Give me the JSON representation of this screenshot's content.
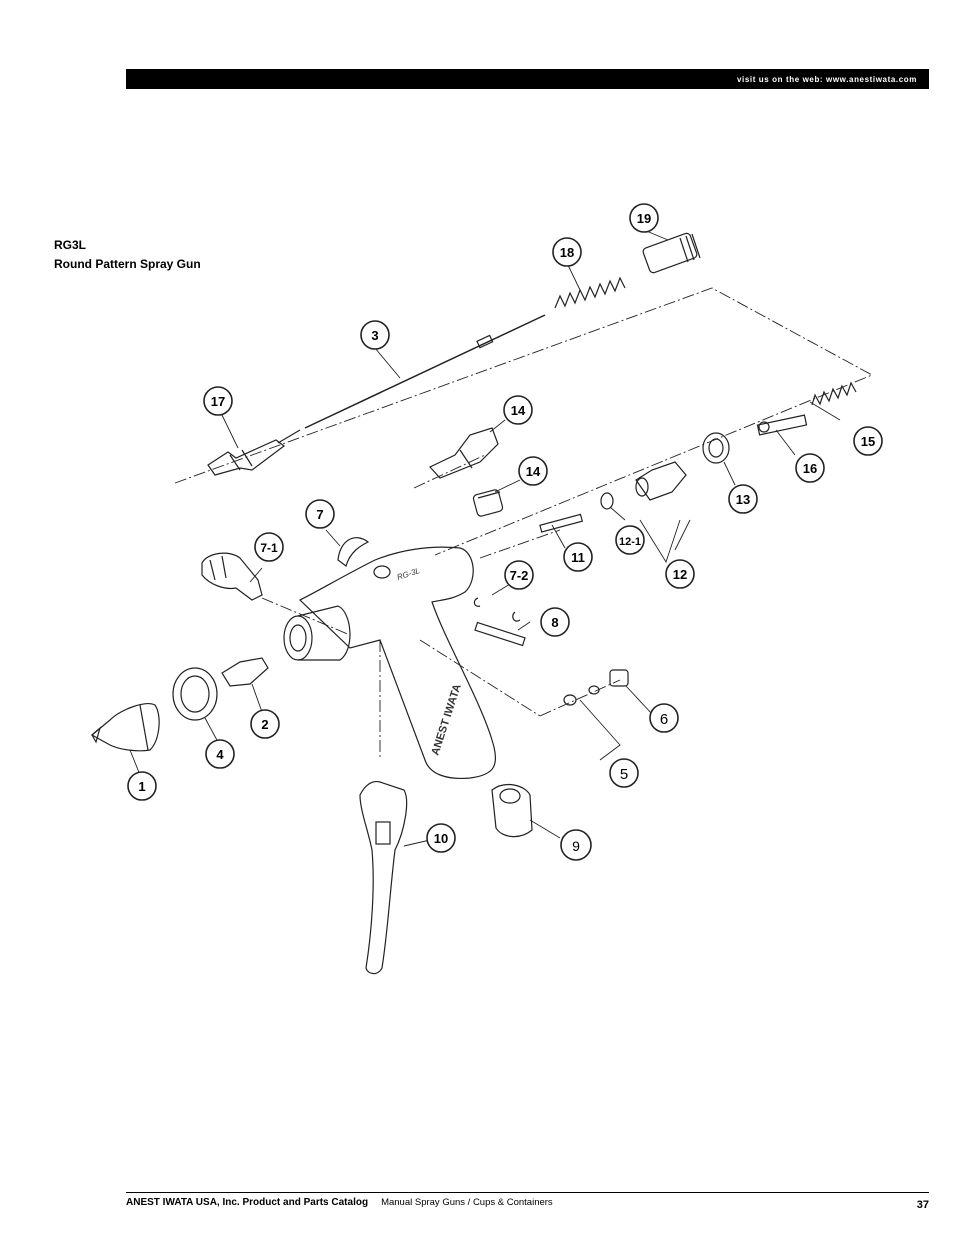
{
  "header": {
    "website": "visit us on the web: www.anestiwata.com"
  },
  "product": {
    "model": "RG3L",
    "description": "Round Pattern Spray Gun"
  },
  "diagram": {
    "gun_model_mark": "RG-3L",
    "body_brand_mark": "ANEST IWATA",
    "callouts": [
      "1",
      "2",
      "3",
      "4",
      "5",
      "6",
      "7",
      "7-1",
      "7-2",
      "8",
      "9",
      "10",
      "11",
      "12",
      "12-1",
      "13",
      "14",
      "14",
      "15",
      "16",
      "17",
      "18",
      "19"
    ]
  },
  "footer": {
    "company": "ANEST IWATA USA, Inc. Product and Parts Catalog",
    "section": "Manual Spray Guns / Cups & Containers",
    "page_number": "37"
  }
}
